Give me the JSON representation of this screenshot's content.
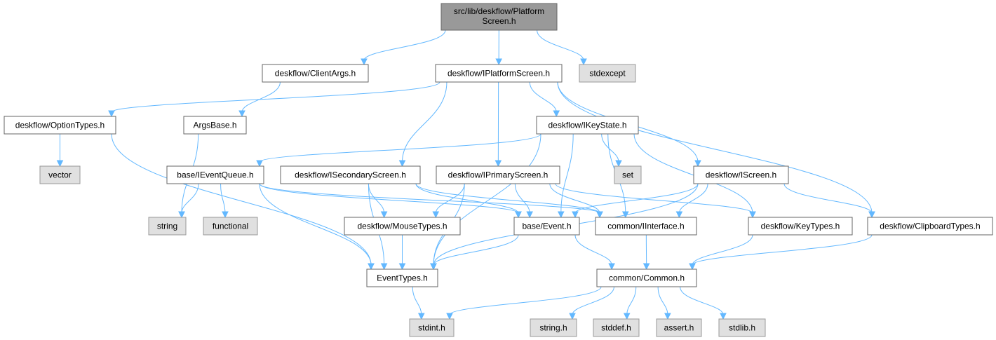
{
  "nodes": {
    "root": {
      "lines": [
        "src/lib/deskflow/Platform",
        "Screen.h"
      ],
      "kind": "root"
    },
    "clientargs": {
      "label": "deskflow/ClientArgs.h",
      "kind": "header"
    },
    "iplatformscreen": {
      "label": "deskflow/IPlatformScreen.h",
      "kind": "header"
    },
    "stdexcept": {
      "label": "stdexcept",
      "kind": "system"
    },
    "optiontypes": {
      "label": "deskflow/OptionTypes.h",
      "kind": "header"
    },
    "argsbase": {
      "label": "ArgsBase.h",
      "kind": "header"
    },
    "ikeystate": {
      "label": "deskflow/IKeyState.h",
      "kind": "header"
    },
    "vector": {
      "label": "vector",
      "kind": "system"
    },
    "set": {
      "label": "set",
      "kind": "system"
    },
    "ieventqueue": {
      "label": "base/IEventQueue.h",
      "kind": "header"
    },
    "isecondaryscreen": {
      "label": "deskflow/ISecondaryScreen.h",
      "kind": "header"
    },
    "iprimaryscreen": {
      "label": "deskflow/IPrimaryScreen.h",
      "kind": "header"
    },
    "iscreen": {
      "label": "deskflow/IScreen.h",
      "kind": "header"
    },
    "string": {
      "label": "string",
      "kind": "system"
    },
    "functional": {
      "label": "functional",
      "kind": "system"
    },
    "mousetypes": {
      "label": "deskflow/MouseTypes.h",
      "kind": "header"
    },
    "event": {
      "label": "base/Event.h",
      "kind": "header"
    },
    "iinterface": {
      "label": "common/IInterface.h",
      "kind": "header"
    },
    "keytypes": {
      "label": "deskflow/KeyTypes.h",
      "kind": "header"
    },
    "clipboardtypes": {
      "label": "deskflow/ClipboardTypes.h",
      "kind": "header"
    },
    "eventtypes": {
      "label": "EventTypes.h",
      "kind": "header"
    },
    "common": {
      "label": "common/Common.h",
      "kind": "header"
    },
    "stdint": {
      "label": "stdint.h",
      "kind": "system"
    },
    "stringh": {
      "label": "string.h",
      "kind": "system"
    },
    "stddef": {
      "label": "stddef.h",
      "kind": "system"
    },
    "assert": {
      "label": "assert.h",
      "kind": "system"
    },
    "stdlib": {
      "label": "stdlib.h",
      "kind": "system"
    }
  },
  "edges": [
    [
      "root",
      "clientargs"
    ],
    [
      "root",
      "iplatformscreen"
    ],
    [
      "root",
      "stdexcept"
    ],
    [
      "clientargs",
      "argsbase"
    ],
    [
      "iplatformscreen",
      "optiontypes"
    ],
    [
      "iplatformscreen",
      "ikeystate"
    ],
    [
      "iplatformscreen",
      "isecondaryscreen"
    ],
    [
      "iplatformscreen",
      "iprimaryscreen"
    ],
    [
      "iplatformscreen",
      "iscreen"
    ],
    [
      "iplatformscreen",
      "clipboardtypes"
    ],
    [
      "optiontypes",
      "vector"
    ],
    [
      "optiontypes",
      "eventtypes"
    ],
    [
      "argsbase",
      "string"
    ],
    [
      "ikeystate",
      "ieventqueue"
    ],
    [
      "ikeystate",
      "eventtypes"
    ],
    [
      "ikeystate",
      "set"
    ],
    [
      "ikeystate",
      "event"
    ],
    [
      "ikeystate",
      "iinterface"
    ],
    [
      "ikeystate",
      "keytypes"
    ],
    [
      "ieventqueue",
      "string"
    ],
    [
      "ieventqueue",
      "functional"
    ],
    [
      "ieventqueue",
      "event"
    ],
    [
      "ieventqueue",
      "iinterface"
    ],
    [
      "ieventqueue",
      "eventtypes"
    ],
    [
      "isecondaryscreen",
      "mousetypes"
    ],
    [
      "isecondaryscreen",
      "event"
    ],
    [
      "isecondaryscreen",
      "iinterface"
    ],
    [
      "isecondaryscreen",
      "eventtypes"
    ],
    [
      "iprimaryscreen",
      "mousetypes"
    ],
    [
      "iprimaryscreen",
      "event"
    ],
    [
      "iprimaryscreen",
      "iinterface"
    ],
    [
      "iprimaryscreen",
      "keytypes"
    ],
    [
      "iprimaryscreen",
      "eventtypes"
    ],
    [
      "iscreen",
      "event"
    ],
    [
      "iscreen",
      "iinterface"
    ],
    [
      "iscreen",
      "clipboardtypes"
    ],
    [
      "iscreen",
      "eventtypes"
    ],
    [
      "mousetypes",
      "eventtypes"
    ],
    [
      "event",
      "eventtypes"
    ],
    [
      "event",
      "common"
    ],
    [
      "iinterface",
      "common"
    ],
    [
      "keytypes",
      "common"
    ],
    [
      "clipboardtypes",
      "common"
    ],
    [
      "eventtypes",
      "stdint"
    ],
    [
      "common",
      "stdint"
    ],
    [
      "common",
      "stringh"
    ],
    [
      "common",
      "stddef"
    ],
    [
      "common",
      "assert"
    ],
    [
      "common",
      "stdlib"
    ]
  ],
  "colors": {
    "root_fill": "#999999",
    "root_stroke": "#666666",
    "header_fill": "#ffffff",
    "header_stroke": "#666666",
    "system_fill": "#e0e0e0",
    "system_stroke": "#999999",
    "edge": "#63b8ff",
    "text": "#000000"
  }
}
